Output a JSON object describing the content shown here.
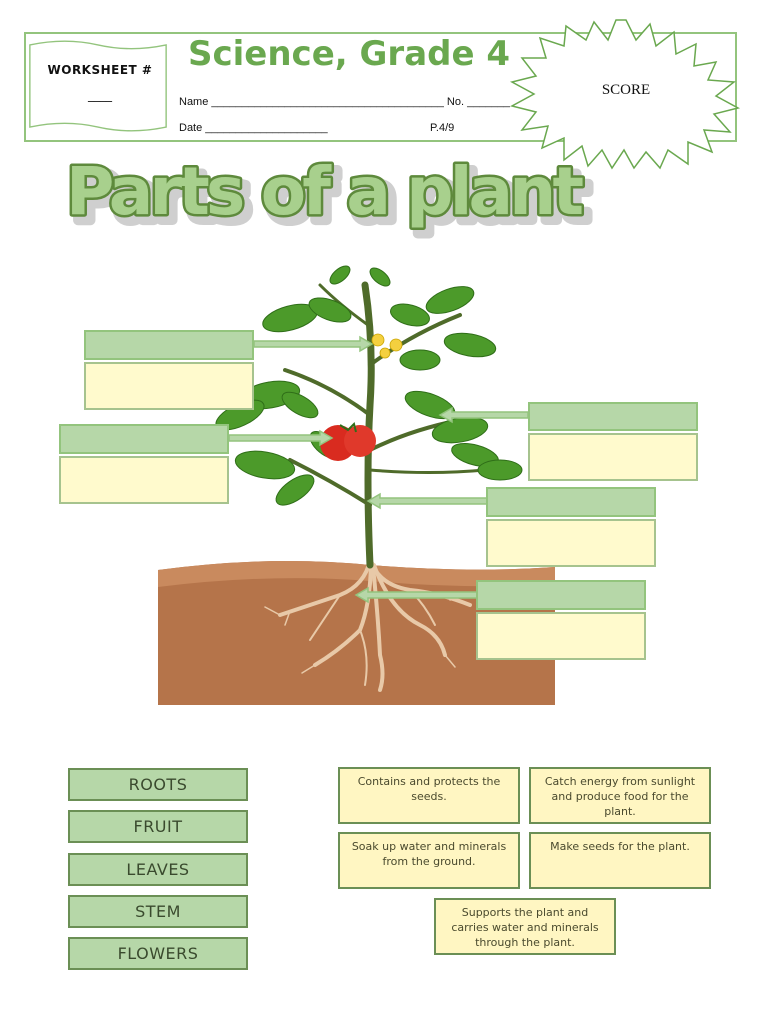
{
  "header": {
    "worksheet_label": "WORKSHEET #",
    "worksheet_blank": "____",
    "title": "Science, Grade 4",
    "name_label": "Name ______________________________________ No. _______",
    "date_label": "Date ____________________",
    "page_label": "P.4/9",
    "score_label": "SCORE"
  },
  "page_title": "Parts of a plant",
  "word_bank": [
    "ROOTS",
    "FRUIT",
    "LEAVES",
    "STEM",
    "FLOWERS"
  ],
  "definitions": [
    "Contains and protects the seeds.",
    "Catch energy from sunlight and produce food for the plant.",
    "Soak up water and minerals from the ground.",
    "Make seeds for the plant.",
    "Supports the plant and carries water and minerals through the plant."
  ],
  "colors": {
    "accent_green": "#6aa84f",
    "label_green": "#b6d7a8",
    "label_yellow": "#fffacd",
    "soil": "#b5744a",
    "leaf": "#4c9a2a",
    "tomato": "#d92b1f"
  }
}
